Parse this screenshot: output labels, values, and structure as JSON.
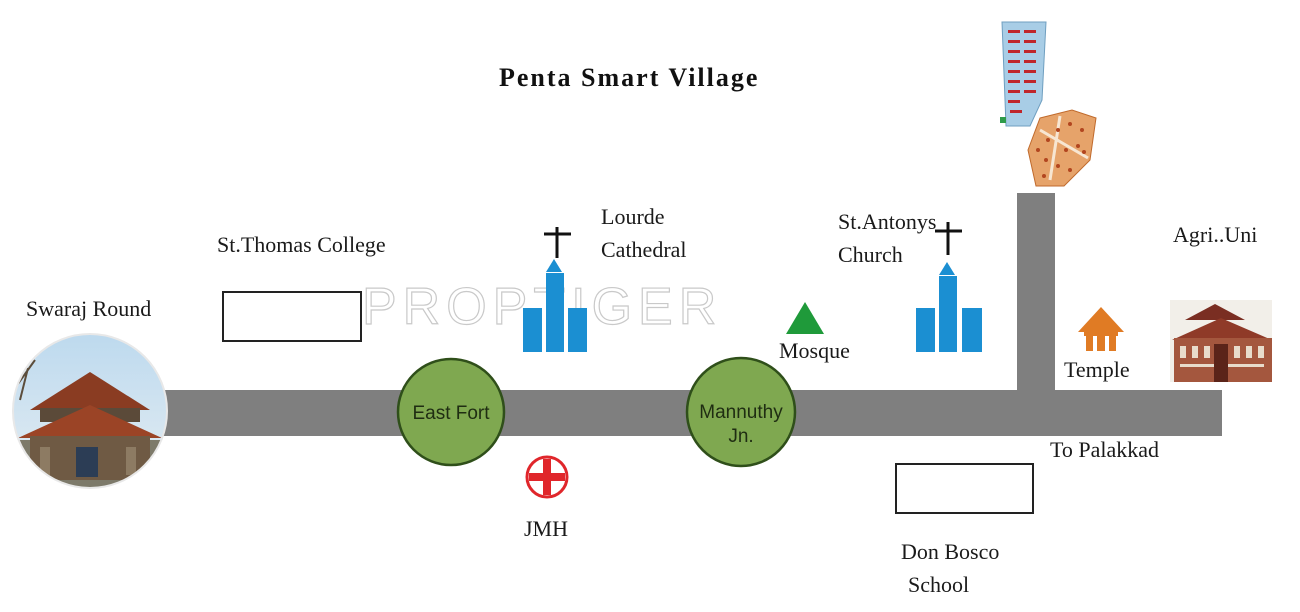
{
  "title": "Penta Smart Village",
  "watermark": "PROPTIGER",
  "labels": {
    "swaraj_round": "Swaraj Round",
    "st_thomas_college": "St.Thomas College",
    "lourde_line1": "Lourde",
    "lourde_line2": "Cathedral",
    "st_antonys_line1": "St.Antonys",
    "st_antonys_line2": "Church",
    "mosque": "Mosque",
    "agri_uni": "Agri..Uni",
    "temple": "Temple",
    "to_palakkad": "To Palakkad",
    "jmh": "JMH",
    "don_bosco_line1": "Don Bosco",
    "don_bosco_line2": "School"
  },
  "junctions": {
    "east_fort": "East Fort",
    "mannuthy_line1": "Mannuthy",
    "mannuthy_line2": "Jn."
  },
  "icons": {
    "church": "church-cross-icon",
    "mosque": "mosque-crescent-icon",
    "temple": "temple-icon",
    "hospital": "hospital-cross-icon"
  },
  "colors": {
    "road": "#7f7f7f",
    "junction_fill": "#7fa850",
    "junction_stroke": "#2f4f1a",
    "church_blue": "#1b8fd2",
    "mosque_green": "#1f9a3a",
    "temple_orange": "#e07b24",
    "hospital_red": "#e0262b"
  }
}
